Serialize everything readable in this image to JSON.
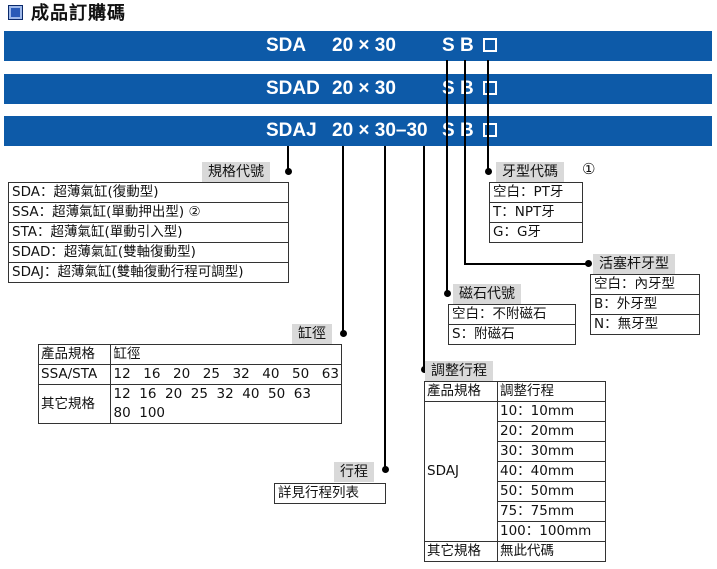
{
  "title": "成品訂購碼",
  "bars": [
    {
      "model": "SDA",
      "size": "20 × 30",
      "suffix": "S B"
    },
    {
      "model": "SDAD",
      "size": "20 × 30",
      "suffix": "S B"
    },
    {
      "model": "SDAJ",
      "size": "20 × 30–30",
      "suffix": "S B"
    }
  ],
  "spec": {
    "label": "規格代號",
    "items": [
      "SDA：超薄氣缸(復動型)",
      "SSA：超薄氣缸(單動押出型) ②",
      "STA：超薄氣缸(單動引入型)",
      "SDAD：超薄氣缸(雙軸復動型)",
      "SDAJ：超薄氣缸(雙軸復動行程可調型)"
    ]
  },
  "bore": {
    "label": "缸徑",
    "header": [
      "產品規格",
      "缸徑"
    ],
    "rows": [
      [
        "SSA/STA",
        "12  16  20  25  32  40  50  63"
      ],
      [
        "其它規格",
        "12  16  20  25  32  40  50  63\n80  100"
      ]
    ]
  },
  "stroke": {
    "label": "行程",
    "value": "詳見行程列表"
  },
  "adjust": {
    "label": "調整行程",
    "header": [
      "產品規格",
      "調整行程"
    ],
    "model": "SDAJ",
    "rows": [
      "10：10mm",
      "20：20mm",
      "30：30mm",
      "40：40mm",
      "50：50mm",
      "75：75mm",
      "100：100mm"
    ],
    "other": [
      "其它規格",
      "無此代碼"
    ]
  },
  "magnet": {
    "label": "磁石代號",
    "items": [
      "空白：不附磁石",
      "S：附磁石"
    ]
  },
  "rod": {
    "label": "活塞杆牙型",
    "items": [
      "空白：內牙型",
      "B：外牙型",
      "N：無牙型"
    ]
  },
  "thread": {
    "label": "牙型代碼",
    "note": "①",
    "items": [
      "空白：PT牙",
      "T：NPT牙",
      "G：G牙"
    ]
  },
  "colors": {
    "bar": "#0d5aa8",
    "label_bg": "#d9d9d9",
    "icon": "#2a5ab8"
  }
}
